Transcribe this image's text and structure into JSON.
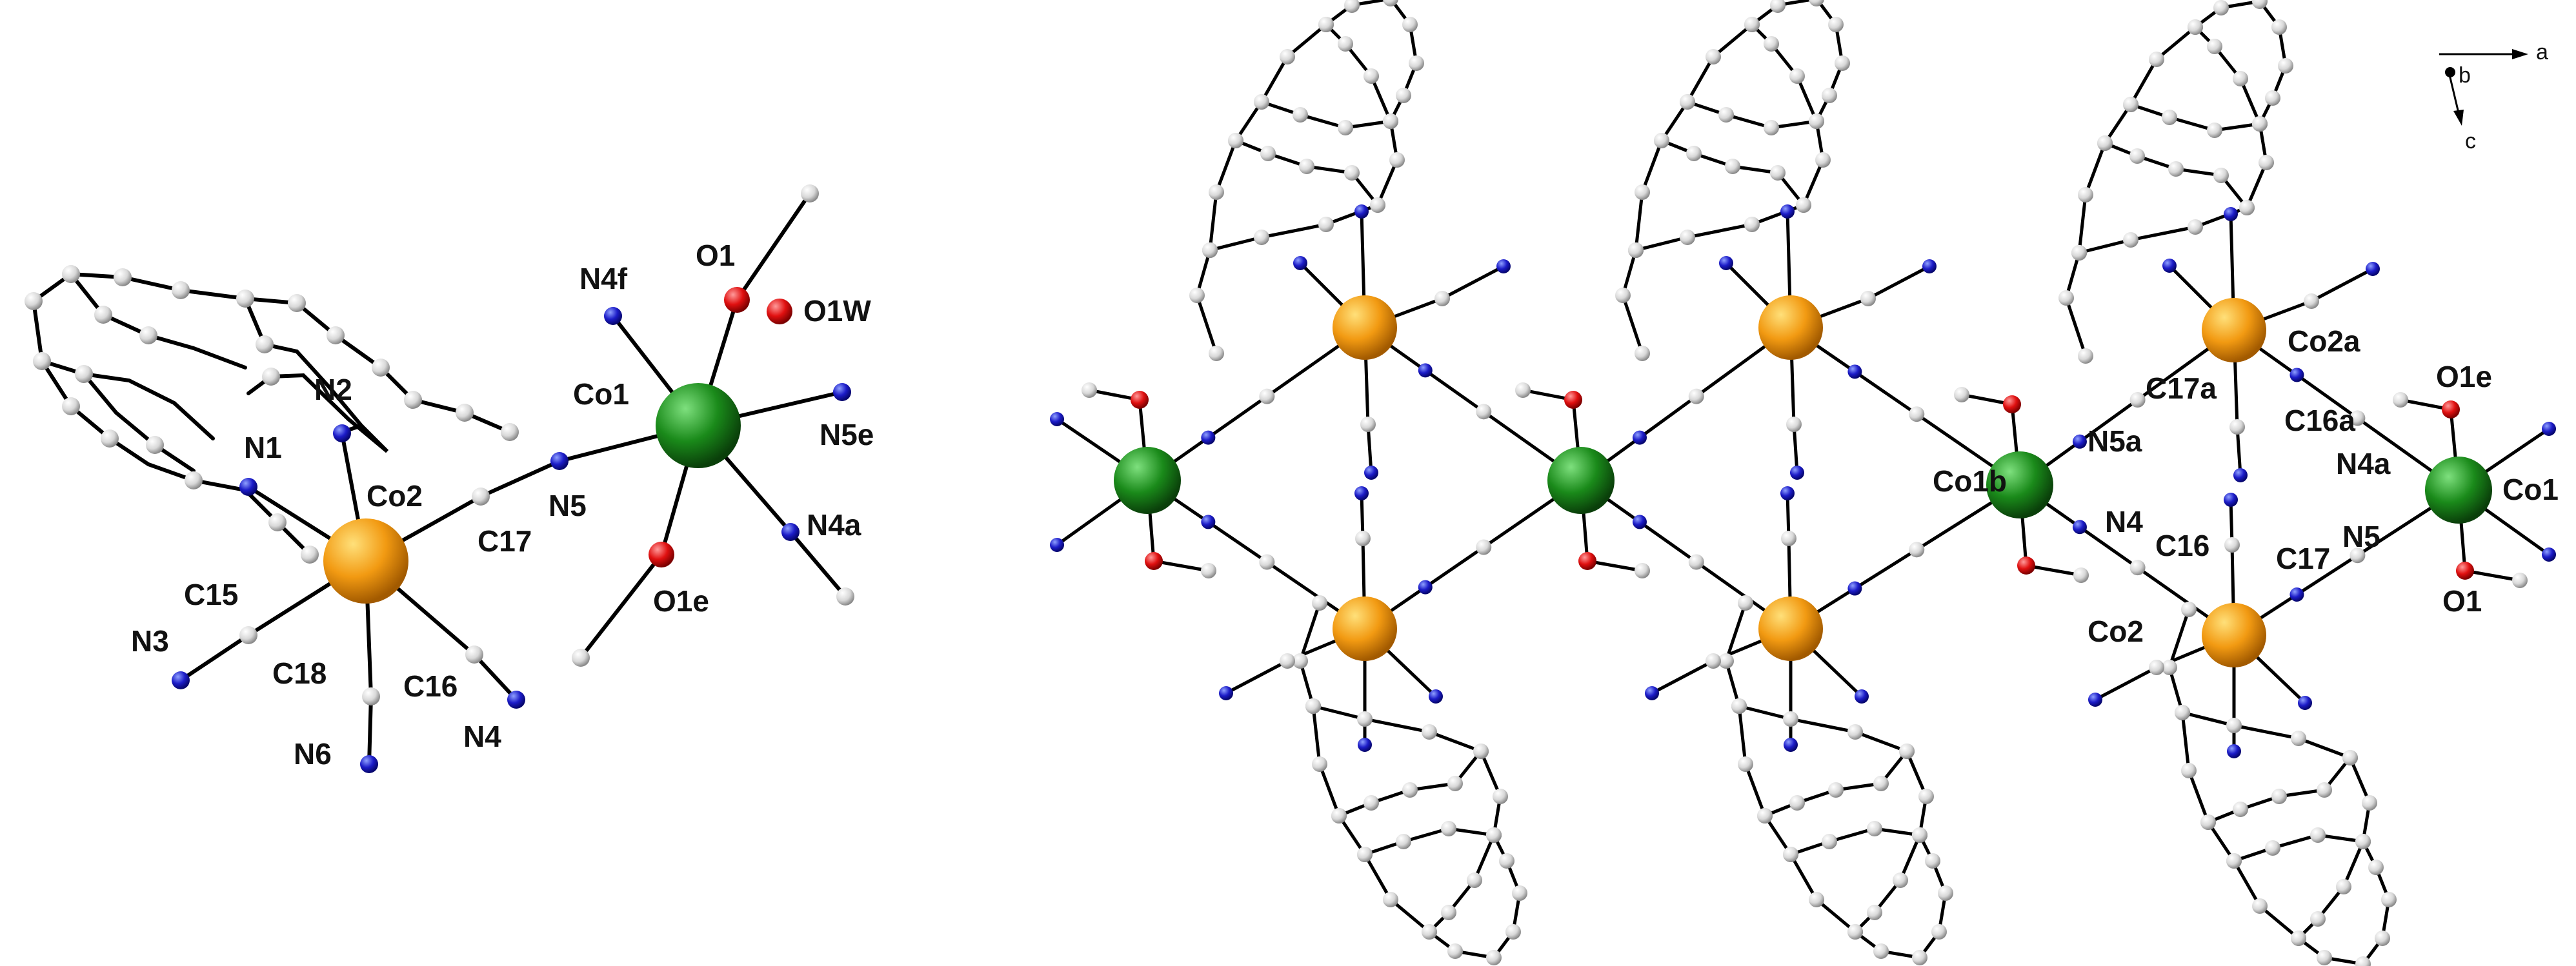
{
  "figure": {
    "left_panel": {
      "labels": {
        "N4f": "N4f",
        "O1": "O1",
        "O1W": "O1W",
        "Co1": "Co1",
        "N5e": "N5e",
        "N2": "N2",
        "N1": "N1",
        "Co2": "Co2",
        "N5": "N5",
        "C17": "C17",
        "N4a": "N4a",
        "C15": "C15",
        "N3": "N3",
        "O1e": "O1e",
        "C18": "C18",
        "C16": "C16",
        "N6": "N6",
        "N4": "N4"
      }
    },
    "right_panel": {
      "labels": {
        "Co2a": "Co2a",
        "O1e": "O1e",
        "C17a": "C17a",
        "C16a": "C16a",
        "N5a": "N5a",
        "N4a": "N4a",
        "Co1b": "Co1b",
        "Co1": "Co1",
        "N4": "N4",
        "C16": "C16",
        "C17": "C17",
        "N5": "N5",
        "Co2": "Co2",
        "O1": "O1"
      },
      "axes": {
        "a": "a",
        "b": "b",
        "c": "c"
      }
    },
    "atom_colors": {
      "Co_green": "#1a8a1a",
      "Co_orange": "#f29a12",
      "N": "#1c1cc8",
      "O": "#e01010",
      "C": "#e8e8e8"
    }
  }
}
